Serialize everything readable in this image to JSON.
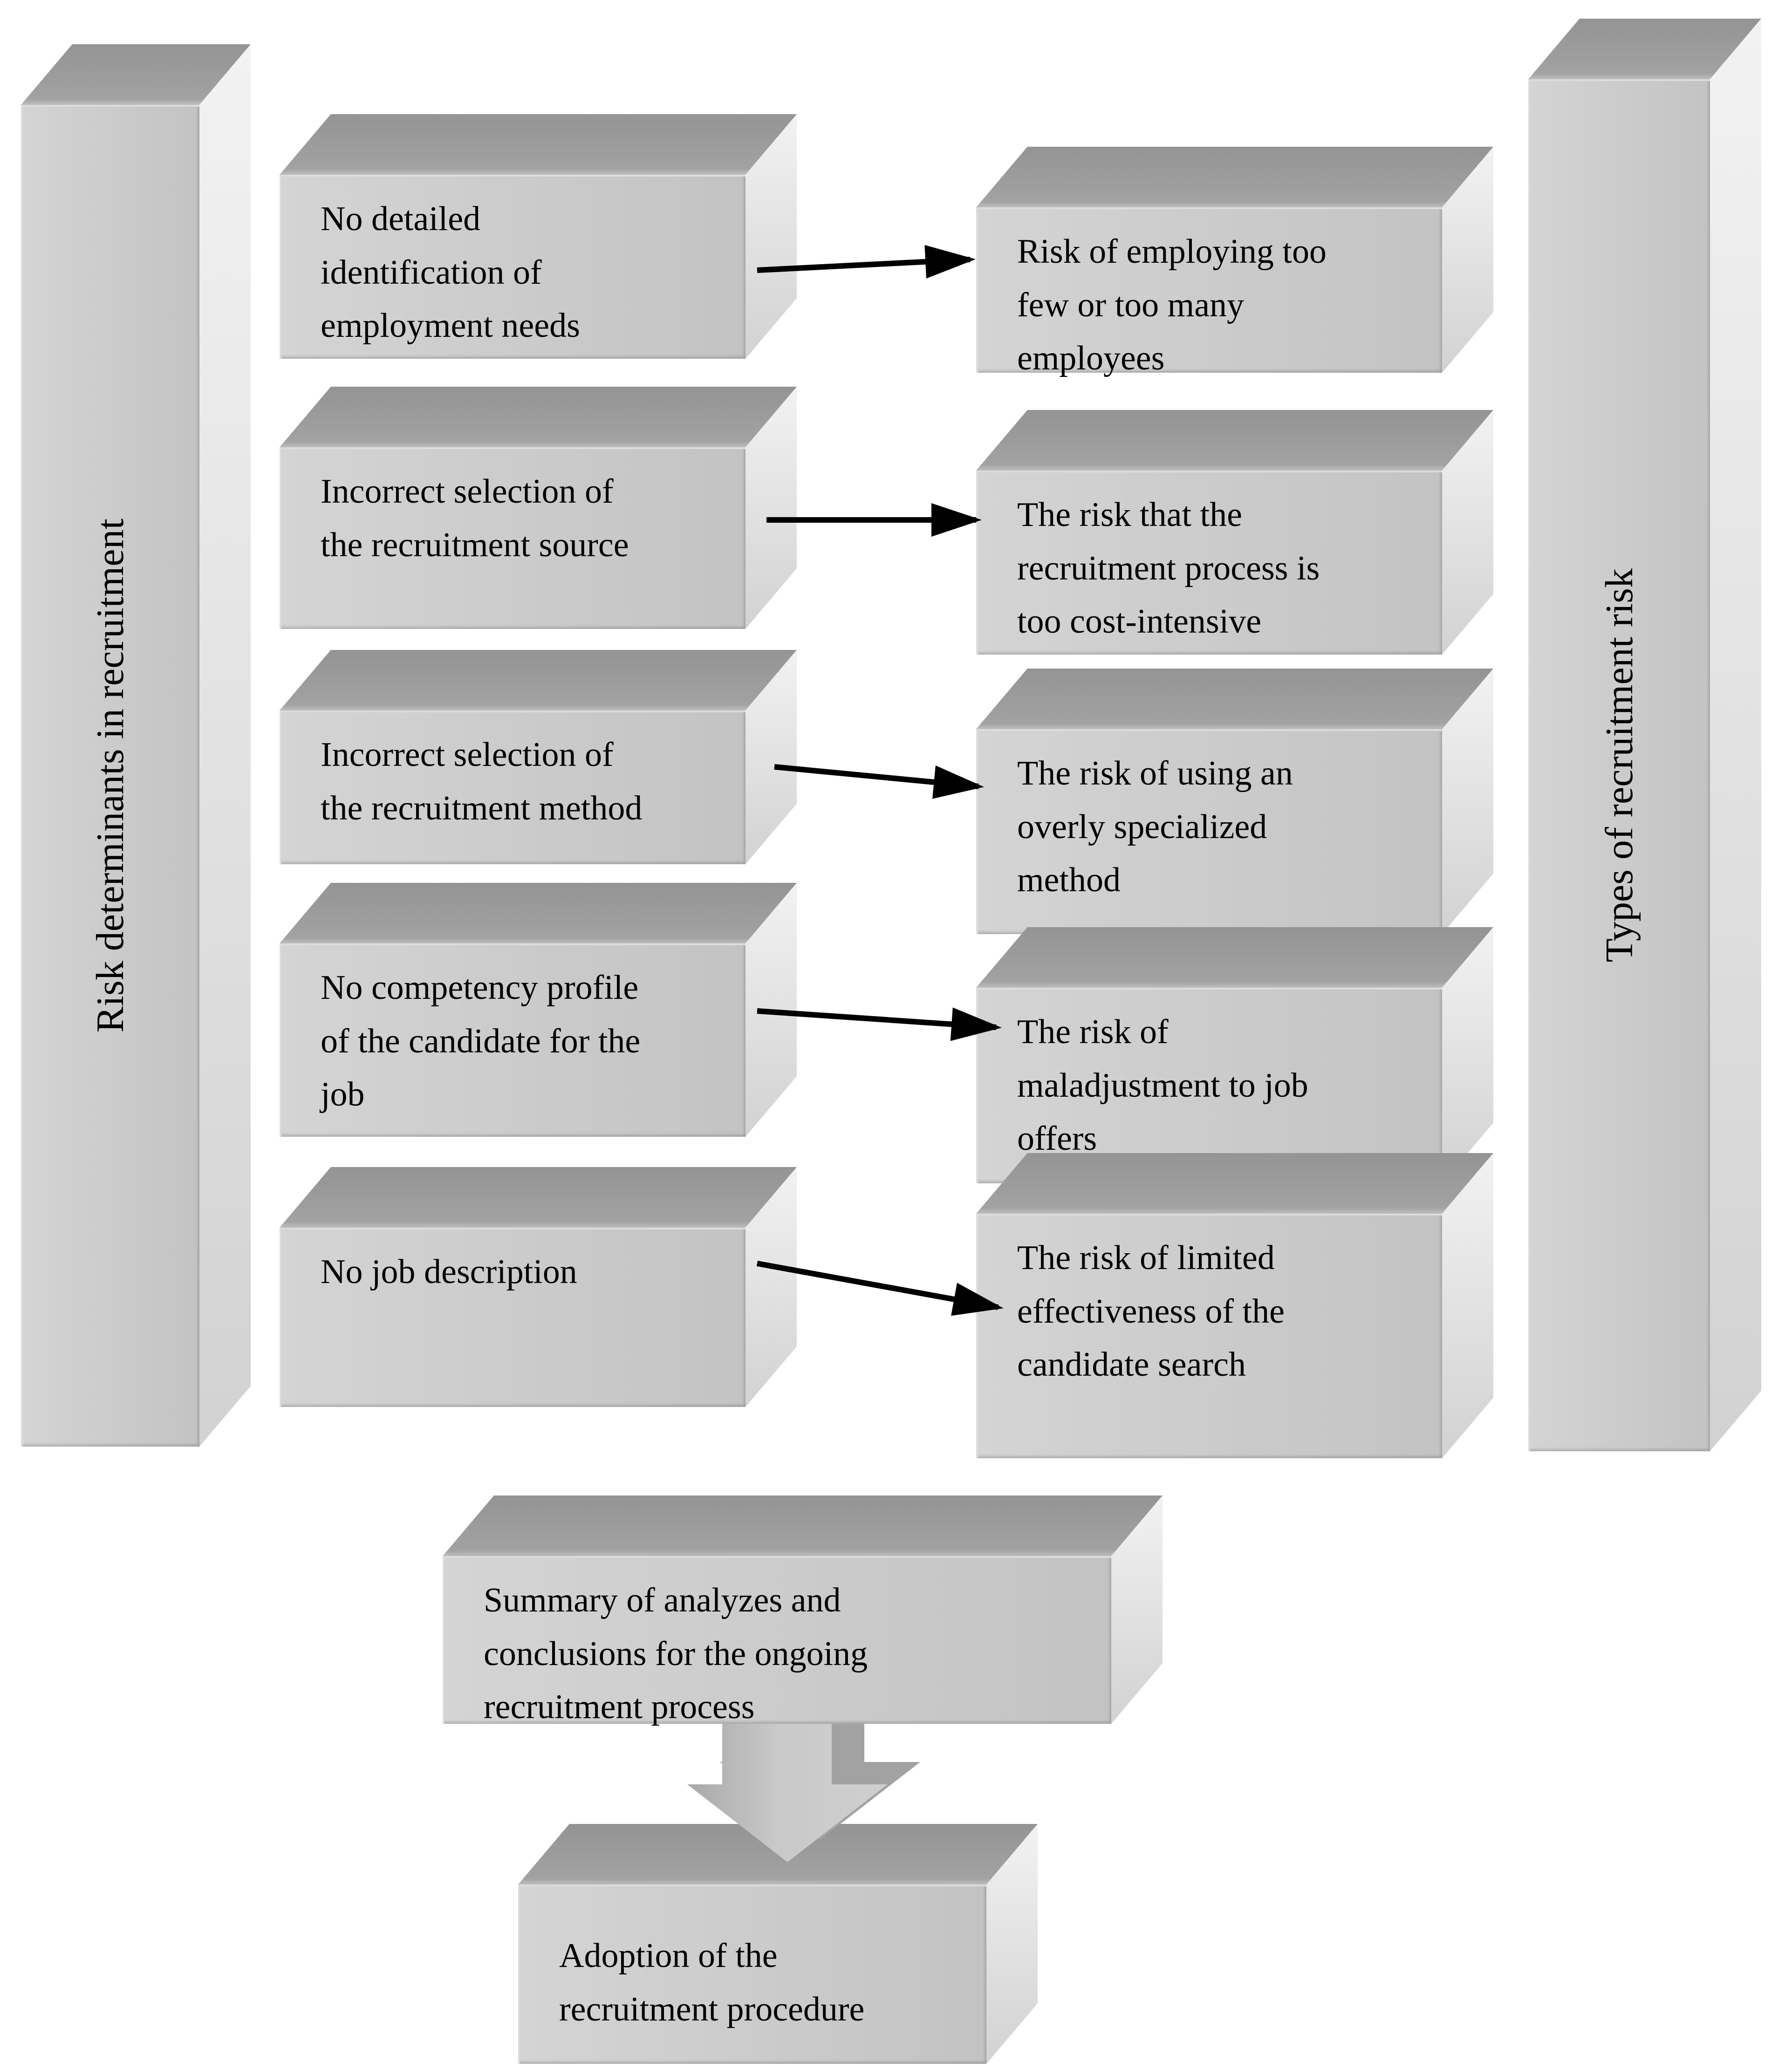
{
  "diagram": {
    "left_pillar_label": "Risk determinants in recruitment",
    "right_pillar_label": "Types of recruitment risk",
    "rows": [
      {
        "determinant": "No detailed\nidentification of\nemployment needs",
        "risk": "Risk of employing too\nfew or too many\nemployees"
      },
      {
        "determinant": "Incorrect selection of\nthe recruitment source",
        "risk": "The risk that the\nrecruitment process is\ntoo cost-intensive"
      },
      {
        "determinant": "Incorrect selection of\nthe recruitment method",
        "risk": "The risk of using an\noverly specialized\nmethod"
      },
      {
        "determinant": "No competency profile\nof the candidate for the\njob",
        "risk": "The risk of\nmaladjustment to job\noffers"
      },
      {
        "determinant": "No job description",
        "risk": "The risk of limited\neffectiveness of the\ncandidate search"
      }
    ],
    "summary_label": "Summary of analyzes and\nconclusions for the ongoing\nrecruitment process",
    "adoption_label": "Adoption of the\nrecruitment procedure",
    "colors": {
      "box_front": "#c6c6c6",
      "box_top": "#9a9a9a",
      "box_side": "#e8e8e8",
      "connector_arrow": "#000000",
      "big_arrow_front": "#c9c9c9",
      "big_arrow_back": "#a2a2a2",
      "text": "#000000",
      "background": "#ffffff"
    }
  }
}
